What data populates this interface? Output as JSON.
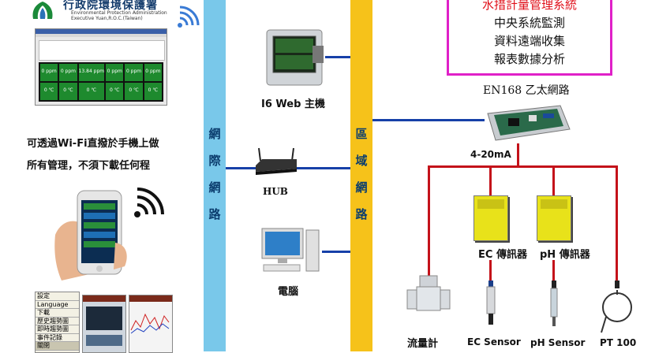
{
  "agency": {
    "name_cn": "行政院環境保護署",
    "name_en_1": "Environmental Protection Administration",
    "name_en_2": "Executive Yuan,R.O.C.(Taiwan)"
  },
  "monitor_panel": {
    "cells": [
      "0 ppm",
      "0 ppm",
      "13.84 ppm",
      "0 ppm",
      "0 ppm",
      "0 ppm",
      "0 ℃",
      "0 ℃",
      "0 ℃",
      "0 ℃",
      "0 ℃",
      "0 ℃"
    ]
  },
  "wifi_text": {
    "line1": "可透過Wi-Fi直撥於手機上做",
    "line2": "所有管理，不須下載任何程"
  },
  "phone_menu": [
    "設定",
    "Language",
    "下載",
    "歷史趨勢圖",
    "即時趨勢圖",
    "事件記錄",
    "關閉"
  ],
  "columns": {
    "internet": [
      "網",
      "際",
      "網",
      "路"
    ],
    "lan": [
      "區",
      "域",
      "網",
      "路"
    ]
  },
  "devices": {
    "web_host": "I6 Web 主機",
    "hub": "HUB",
    "pc": "電腦"
  },
  "system_box": {
    "title": "水措計量管理系統",
    "line1": "中央系統監測",
    "line2": "資料遠端收集",
    "line3": "報表數據分析"
  },
  "network": {
    "en168": "EN168 乙太網路",
    "signal": "4-20mA"
  },
  "transmitters": {
    "ec": "EC 傳訊器",
    "ph": "pH 傳訊器"
  },
  "sensors": {
    "flow": "流量計",
    "ec": "EC Sensor",
    "ph": "pH Sensor",
    "pt": "PT 100"
  },
  "colors": {
    "blue_bar": "#79c8ea",
    "yellow_bar": "#f6c21a",
    "wire_blue": "#1640a8",
    "wire_red": "#c4121a",
    "system_border": "#e020c8",
    "title_red": "#e0101a"
  }
}
